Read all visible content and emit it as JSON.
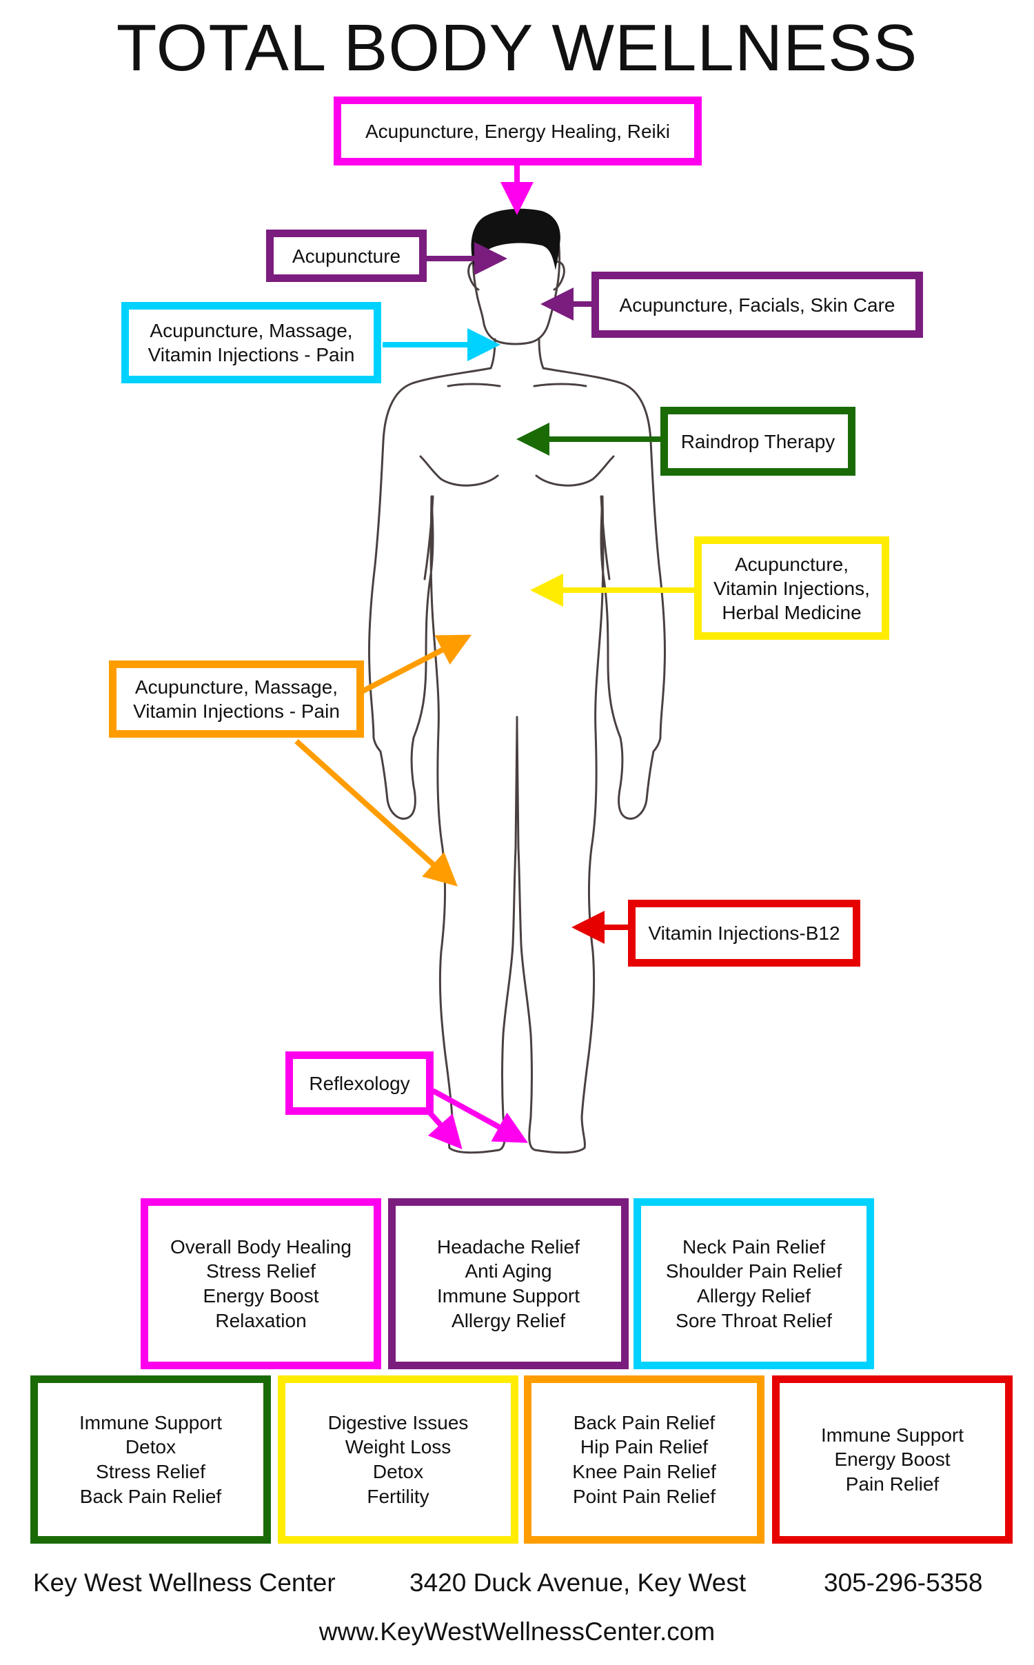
{
  "title": "TOTAL BODY WELLNESS",
  "colors": {
    "magenta": "#ff00ee",
    "purple": "#7a1d7e",
    "cyan": "#00d2ff",
    "green": "#1a6b06",
    "yellow": "#ffec00",
    "orange": "#ff9d00",
    "red": "#e60000",
    "outline": "#4a4040",
    "hair": "#111111"
  },
  "callouts": {
    "head_top": {
      "text": "Acupuncture, Energy Healing, Reiki",
      "color": "magenta"
    },
    "head": {
      "text": "Acupuncture",
      "color": "purple"
    },
    "face": {
      "text": "Acupuncture, Facials, Skin Care",
      "color": "purple"
    },
    "neck": {
      "text": "Acupuncture, Massage,\nVitamin Injections - Pain",
      "color": "cyan"
    },
    "chest": {
      "text": "Raindrop Therapy",
      "color": "green"
    },
    "abdomen": {
      "text": "Acupuncture,\nVitamin Injections,\nHerbal Medicine",
      "color": "yellow"
    },
    "back_knee": {
      "text": "Acupuncture, Massage,\nVitamin Injections - Pain",
      "color": "orange"
    },
    "leg": {
      "text": "Vitamin Injections-B12",
      "color": "red"
    },
    "feet": {
      "text": "Reflexology",
      "color": "magenta"
    }
  },
  "benefits": [
    {
      "text": "Overall Body Healing\nStress Relief\nEnergy Boost\nRelaxation",
      "color": "magenta"
    },
    {
      "text": "Headache Relief\nAnti Aging\nImmune Support\nAllergy Relief",
      "color": "purple"
    },
    {
      "text": "Neck Pain Relief\nShoulder Pain Relief\nAllergy Relief\nSore Throat Relief",
      "color": "cyan"
    },
    {
      "text": "Immune Support\nDetox\nStress Relief\nBack Pain Relief",
      "color": "green"
    },
    {
      "text": "Digestive Issues\nWeight Loss\nDetox\nFertility",
      "color": "yellow"
    },
    {
      "text": "Back Pain Relief\nHip Pain Relief\nKnee Pain Relief\nPoint Pain Relief",
      "color": "orange"
    },
    {
      "text": "Immune Support\nEnergy Boost\nPain Relief",
      "color": "red"
    }
  ],
  "footer": {
    "name": "Key West Wellness Center",
    "address": "3420 Duck Avenue, Key West",
    "phone": "305-296-5358",
    "website": "www.KeyWestWellnessCenter.com"
  }
}
